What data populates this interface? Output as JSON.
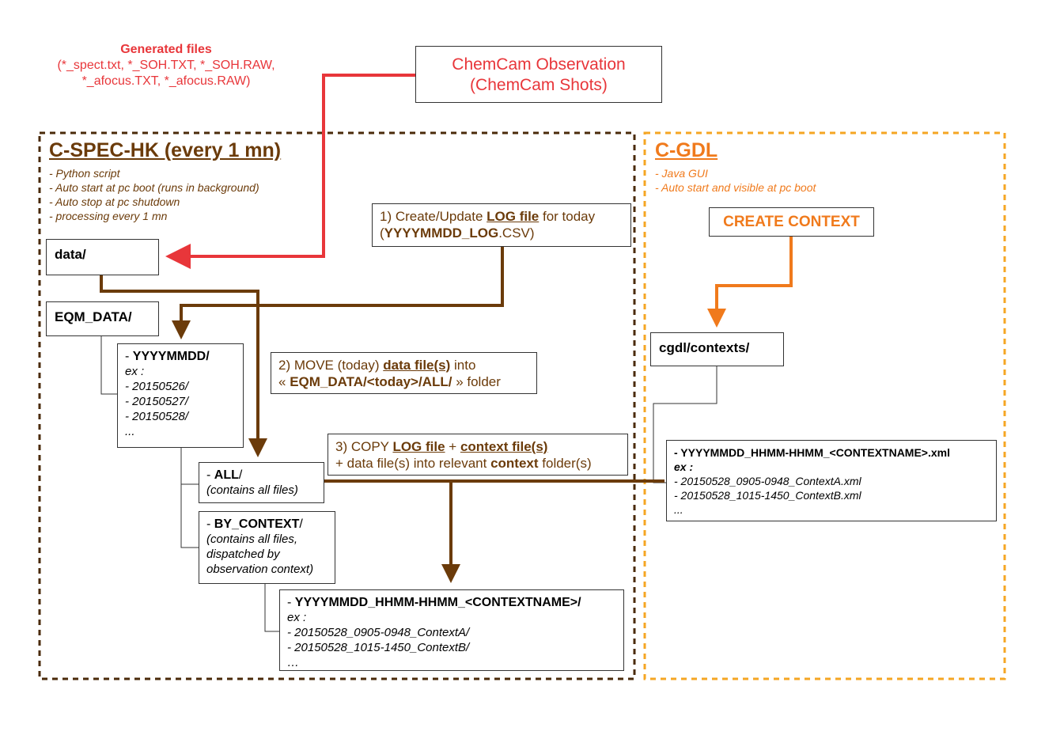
{
  "generated_files": {
    "title": "Generated files",
    "line1": "(*_spect.txt, *_SOH.TXT, *_SOH.RAW,",
    "line2": "*_afocus.TXT, *_afocus.RAW)"
  },
  "chemcam": {
    "line1": "ChemCam Observation",
    "line2": "(ChemCam Shots)"
  },
  "cspec": {
    "title": "C-SPEC-HK (every 1 mn)",
    "notes": [
      "- Python script",
      "- Auto start at pc boot (runs in background)",
      "- Auto stop at pc shutdown",
      "- processing every 1 mn"
    ]
  },
  "cgdl": {
    "title": "C-GDL",
    "notes": [
      "- Java GUI",
      "- Auto start and visible at pc boot"
    ],
    "create_context": "CREATE  CONTEXT",
    "contexts_folder": "cgdl/contexts/",
    "xml_box": {
      "head": "- YYYYMMDD_HHMM-HHMM_<CONTEXTNAME>.xml",
      "ex": "ex :",
      "items": [
        "- 20150528_0905-0948_ContextA.xml",
        "- 20150528_1015-1450_ContextB.xml",
        "..."
      ]
    }
  },
  "folders": {
    "data": "data/",
    "eqm": "EQM_DATA/",
    "date": {
      "dash": "- ",
      "name": "YYYYMMDD/",
      "ex": "ex :",
      "items": [
        "- 20150526/",
        "- 20150527/",
        "- 20150528/",
        "..."
      ]
    },
    "all": {
      "dash": "- ",
      "name": "ALL",
      "slash": "/",
      "desc": "(contains all files)"
    },
    "by_context": {
      "dash": "- ",
      "name": "BY_CONTEXT",
      "slash": "/",
      "desc": [
        "(contains all files,",
        "dispatched by",
        "observation context)"
      ]
    },
    "context_folder": {
      "dash": "- ",
      "name": "YYYYMMDD_HHMM-HHMM_<CONTEXTNAME>/",
      "ex": "ex :",
      "items": [
        "- 20150528_0905-0948_ContextA/",
        "- 20150528_1015-1450_ContextB/",
        "…"
      ]
    }
  },
  "steps": {
    "s1": {
      "prefix": "1) Create/Update ",
      "log": "LOG file",
      "mid": " for today",
      "open": "(",
      "name": "YYYYMMDD_LOG",
      "ext": ".CSV)"
    },
    "s2": {
      "prefix": "2) MOVE (today) ",
      "data": "data file(s)",
      "mid": " into",
      "open": "« ",
      "path": "EQM_DATA/<today>/ALL/",
      "end": " » folder"
    },
    "s3": {
      "prefix": "3) COPY ",
      "log": "LOG file",
      "plus": " + ",
      "ctx": "context file(s)",
      "line2a": "+ data file(s) into relevant ",
      "ctxword": "context",
      "line2b": " folder(s)"
    }
  },
  "colors": {
    "red": "#e8363a",
    "brown": "#6b3b0a",
    "orange": "#f07a1c",
    "orange_border": "#f5a623"
  }
}
